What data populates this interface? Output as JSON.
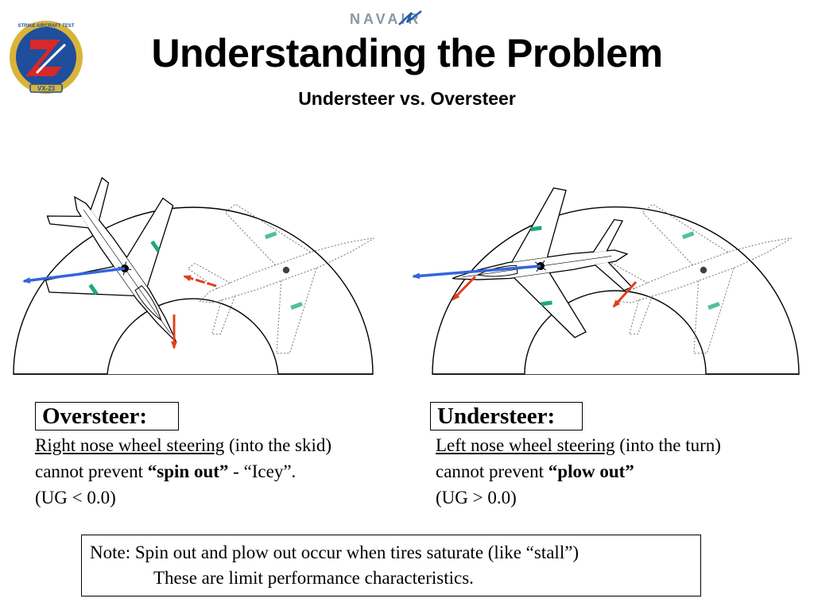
{
  "header": {
    "brand": "NAVAIR",
    "title": "Understanding the Problem",
    "subtitle": "Understeer vs. Oversteer",
    "logo": {
      "ring_text": "STRIKE AIRCRAFT TEST",
      "squadron": "VX-23"
    }
  },
  "left": {
    "heading": "Oversteer:",
    "line1_underlined": "Right nose wheel steering",
    "line1_rest": " (into the skid)",
    "line2_prefix": "cannot prevent ",
    "line2_bold": "“spin out”",
    "line2_suffix": " - “Icey”.",
    "line3": "(UG < 0.0)"
  },
  "right": {
    "heading": "Understeer:",
    "line1_underlined": "Left nose wheel steering",
    "line1_rest": " (into the turn)",
    "line2_prefix": "cannot prevent ",
    "line2_bold": "“plow out”",
    "line2_suffix": "",
    "line3": "(UG > 0.0)"
  },
  "note": {
    "line1": "Note: Spin out and plow out occur when tires saturate (like “stall”)",
    "line2": "These are limit performance characteristics."
  },
  "colors": {
    "velocity_arrow": "#3366dd",
    "force_arrow": "#e0401a",
    "gear_marker": "#1aaa7a",
    "logo_blue": "#1f4e9c",
    "logo_red": "#d8282a"
  }
}
